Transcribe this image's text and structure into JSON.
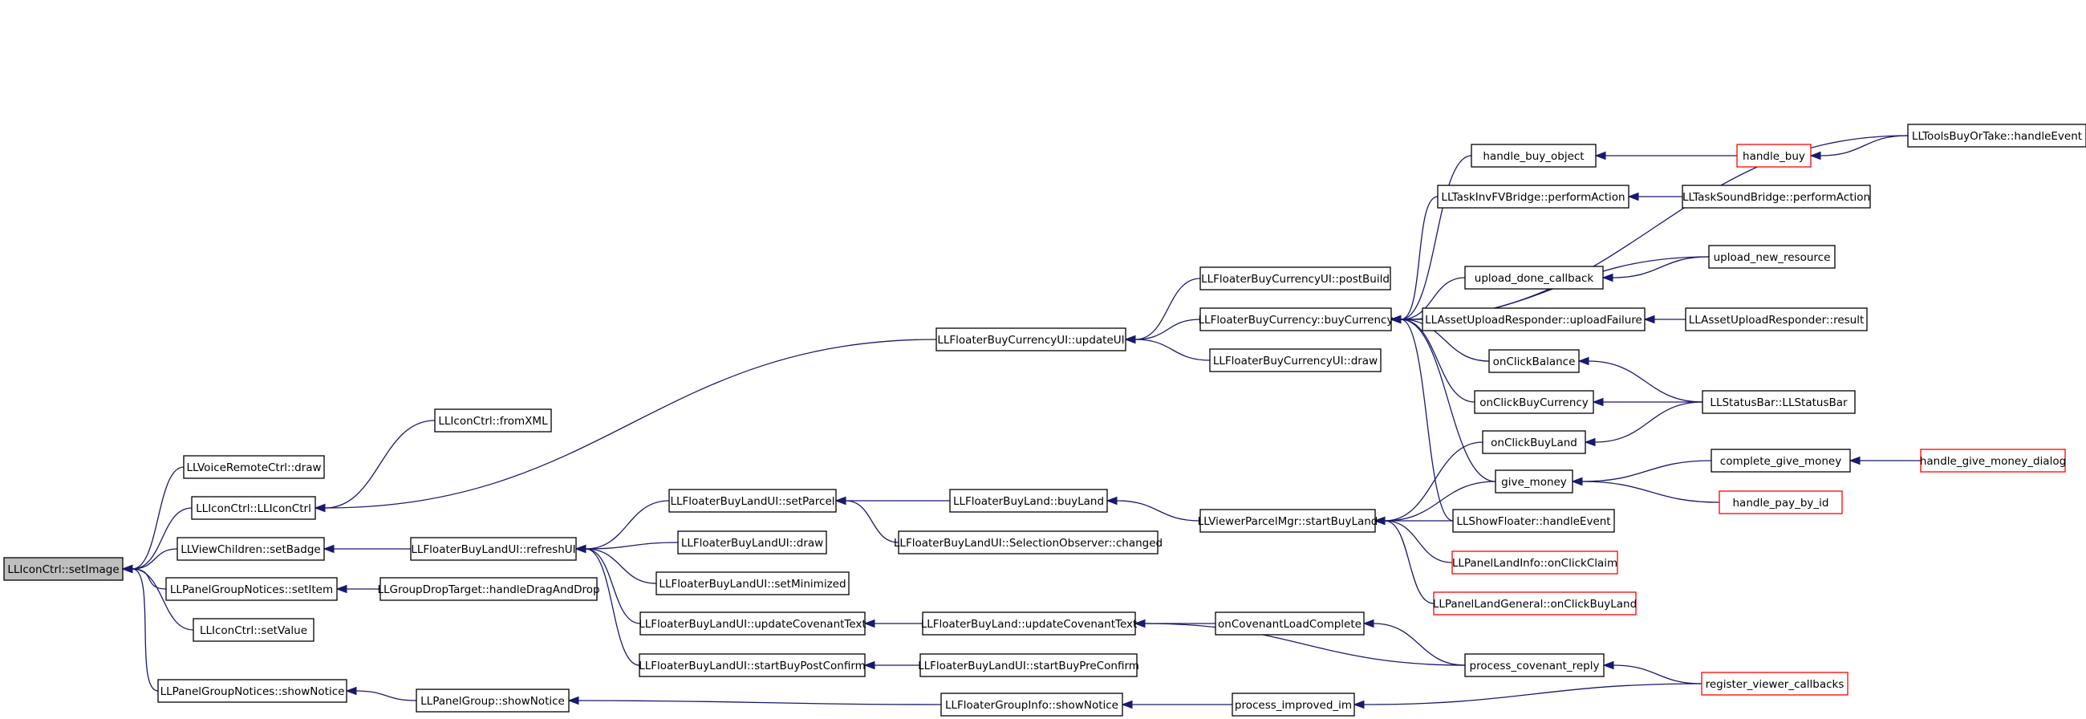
{
  "nodes": [
    {
      "id": "root",
      "label": "LLIconCtrl::setImage",
      "style": "root"
    },
    {
      "id": "voice",
      "label": "LLVoiceRemoteCtrl::draw"
    },
    {
      "id": "iconctor",
      "label": "LLIconCtrl::LLIconCtrl"
    },
    {
      "id": "fromxml",
      "label": "LLIconCtrl::fromXML"
    },
    {
      "id": "viewchild",
      "label": "LLViewChildren::setBadge"
    },
    {
      "id": "pgnset",
      "label": "LLPanelGroupNotices::setItem"
    },
    {
      "id": "gdt",
      "label": "LLGroupDropTarget::handleDragAndDrop"
    },
    {
      "id": "setvalue",
      "label": "LLIconCtrl::setValue"
    },
    {
      "id": "pgnshow",
      "label": "LLPanelGroupNotices::showNotice"
    },
    {
      "id": "pgshow",
      "label": "LLPanelGroup::showNotice"
    },
    {
      "id": "fgishow",
      "label": "LLFloaterGroupInfo::showNotice"
    },
    {
      "id": "pim",
      "label": "process_improved_im"
    },
    {
      "id": "rvc",
      "label": "register_viewer_callbacks",
      "style": "truncated"
    },
    {
      "id": "fblrefresh",
      "label": "LLFloaterBuyLandUI::refreshUI"
    },
    {
      "id": "fblsetparcel",
      "label": "LLFloaterBuyLandUI::setParcel"
    },
    {
      "id": "fblbuyland",
      "label": "LLFloaterBuyLand::buyLand"
    },
    {
      "id": "fblselobs",
      "label": "LLFloaterBuyLandUI::SelectionObserver::changed"
    },
    {
      "id": "fbldraw",
      "label": "LLFloaterBuyLandUI::draw"
    },
    {
      "id": "fblsetmin",
      "label": "LLFloaterBuyLandUI::setMinimized"
    },
    {
      "id": "fbluct",
      "label": "LLFloaterBuyLandUI::updateCovenantText"
    },
    {
      "id": "fbuct",
      "label": "LLFloaterBuyLand::updateCovenantText"
    },
    {
      "id": "oclc",
      "label": "onCovenantLoadComplete"
    },
    {
      "id": "pcr",
      "label": "process_covenant_reply"
    },
    {
      "id": "fblsbpc",
      "label": "LLFloaterBuyLandUI::startBuyPostConfirm"
    },
    {
      "id": "fblsbprc",
      "label": "LLFloaterBuyLandUI::startBuyPreConfirm"
    },
    {
      "id": "vpmsbl",
      "label": "LLViewerParcelMgr::startBuyLand"
    },
    {
      "id": "fbcui",
      "label": "LLFloaterBuyCurrencyUI::updateUI"
    },
    {
      "id": "fbcpost",
      "label": "LLFloaterBuyCurrencyUI::postBuild"
    },
    {
      "id": "fbcbuy",
      "label": "LLFloaterBuyCurrency::buyCurrency"
    },
    {
      "id": "fbcdraw",
      "label": "LLFloaterBuyCurrencyUI::draw"
    },
    {
      "id": "hbo",
      "label": "handle_buy_object"
    },
    {
      "id": "hb",
      "label": "handle_buy",
      "style": "truncated"
    },
    {
      "id": "tbot",
      "label": "LLToolsBuyOrTake::handleEvent"
    },
    {
      "id": "tifv",
      "label": "LLTaskInvFVBridge::performAction"
    },
    {
      "id": "tsb",
      "label": "LLTaskSoundBridge::performAction"
    },
    {
      "id": "udc",
      "label": "upload_done_callback"
    },
    {
      "id": "unr",
      "label": "upload_new_resource"
    },
    {
      "id": "auruf",
      "label": "LLAssetUploadResponder::uploadFailure"
    },
    {
      "id": "aurr",
      "label": "LLAssetUploadResponder::result"
    },
    {
      "id": "ocb",
      "label": "onClickBalance"
    },
    {
      "id": "ocbc",
      "label": "onClickBuyCurrency"
    },
    {
      "id": "sb",
      "label": "LLStatusBar::LLStatusBar"
    },
    {
      "id": "ocbl",
      "label": "onClickBuyLand"
    },
    {
      "id": "gm",
      "label": "give_money"
    },
    {
      "id": "cgm",
      "label": "complete_give_money"
    },
    {
      "id": "hgmd",
      "label": "handle_give_money_dialog",
      "style": "truncated"
    },
    {
      "id": "hpbi",
      "label": "handle_pay_by_id",
      "style": "truncated"
    },
    {
      "id": "sfhe",
      "label": "LLShowFloater::handleEvent"
    },
    {
      "id": "pliocc",
      "label": "LLPanelLandInfo::onClickClaim",
      "style": "truncated"
    },
    {
      "id": "plgocbl",
      "label": "LLPanelLandGeneral::onClickBuyLand",
      "style": "truncated"
    }
  ],
  "edges": [
    [
      "voice",
      "root"
    ],
    [
      "iconctor",
      "root"
    ],
    [
      "viewchild",
      "root"
    ],
    [
      "pgnset",
      "root"
    ],
    [
      "setvalue",
      "root"
    ],
    [
      "pgnshow",
      "root"
    ],
    [
      "fromxml",
      "iconctor"
    ],
    [
      "fbcui",
      "iconctor"
    ],
    [
      "fblrefresh",
      "viewchild"
    ],
    [
      "gdt",
      "pgnset"
    ],
    [
      "pgshow",
      "pgnshow"
    ],
    [
      "fgishow",
      "pgshow"
    ],
    [
      "pim",
      "fgishow"
    ],
    [
      "rvc",
      "pim"
    ],
    [
      "fblsetparcel",
      "fblrefresh"
    ],
    [
      "fbldraw",
      "fblrefresh"
    ],
    [
      "fblsetmin",
      "fblrefresh"
    ],
    [
      "fbluct",
      "fblrefresh"
    ],
    [
      "fblsbpc",
      "fblrefresh"
    ],
    [
      "fblbuyland",
      "fblsetparcel"
    ],
    [
      "fblselobs",
      "fblsetparcel"
    ],
    [
      "vpmsbl",
      "fblbuyland"
    ],
    [
      "fbuct",
      "fbluct"
    ],
    [
      "oclc",
      "fbuct"
    ],
    [
      "pcr",
      "fbuct"
    ],
    [
      "pcr",
      "oclc"
    ],
    [
      "rvc",
      "pcr"
    ],
    [
      "fblsbprc",
      "fblsbpc"
    ],
    [
      "fbcpost",
      "fbcui"
    ],
    [
      "fbcbuy",
      "fbcui"
    ],
    [
      "fbcdraw",
      "fbcui"
    ],
    [
      "hbo",
      "fbcbuy"
    ],
    [
      "tifv",
      "fbcbuy"
    ],
    [
      "udc",
      "fbcbuy"
    ],
    [
      "unr",
      "fbcbuy"
    ],
    [
      "tbot",
      "fbcbuy"
    ],
    [
      "auruf",
      "fbcbuy"
    ],
    [
      "ocb",
      "fbcbuy"
    ],
    [
      "ocbc",
      "fbcbuy"
    ],
    [
      "gm",
      "fbcbuy"
    ],
    [
      "sfhe",
      "fbcbuy"
    ],
    [
      "hb",
      "hbo"
    ],
    [
      "tbot",
      "hb"
    ],
    [
      "tsb",
      "tifv"
    ],
    [
      "unr",
      "udc"
    ],
    [
      "aurr",
      "auruf"
    ],
    [
      "sb",
      "ocb"
    ],
    [
      "sb",
      "ocbc"
    ],
    [
      "sb",
      "ocbl"
    ],
    [
      "cgm",
      "gm"
    ],
    [
      "hpbi",
      "gm"
    ],
    [
      "hgmd",
      "cgm"
    ],
    [
      "ocbl",
      "vpmsbl"
    ],
    [
      "gm",
      "vpmsbl"
    ],
    [
      "sfhe",
      "vpmsbl"
    ],
    [
      "pliocc",
      "vpmsbl"
    ],
    [
      "plgocbl",
      "vpmsbl"
    ]
  ]
}
